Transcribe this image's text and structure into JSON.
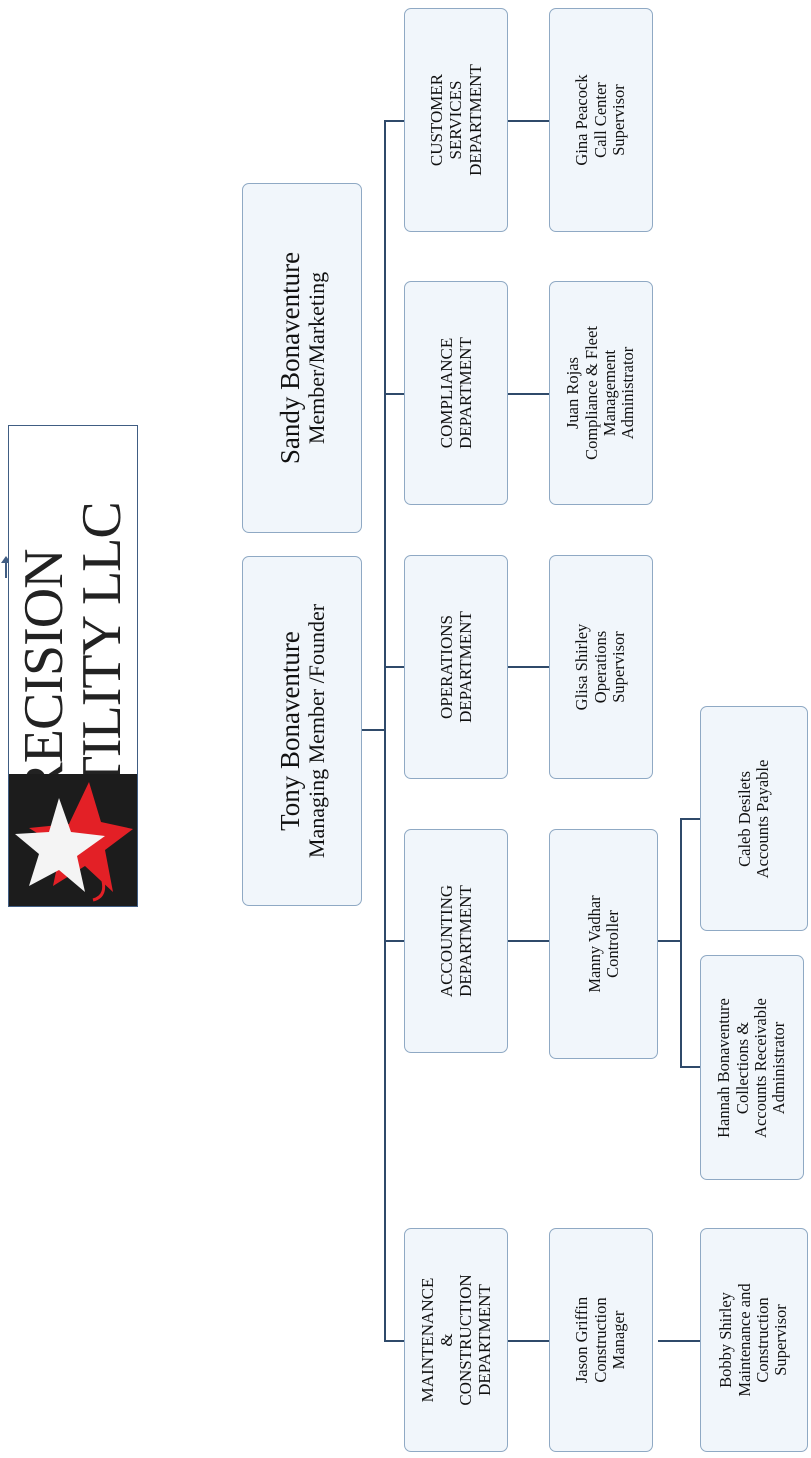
{
  "logo": {
    "line1": "PRECISION",
    "line2": "UTILITY LLC",
    "star_color": "#e32026",
    "bg_color": "#1c1c1c"
  },
  "top": {
    "tony": {
      "name": "Tony Bonaventure",
      "title": "Managing Member /Founder"
    },
    "sandy": {
      "name": "Sandy Bonaventure",
      "title": "Member/Marketing"
    }
  },
  "departments": {
    "maintenance": [
      "MAINTENANCE",
      "&",
      "CONSTRUCTION",
      "DEPARTMENT"
    ],
    "accounting": [
      "ACCOUNTING",
      "DEPARTMENT"
    ],
    "operations": [
      "OPERATIONS",
      "DEPARTMENT"
    ],
    "compliance": [
      "COMPLIANCE",
      "DEPARTMENT"
    ],
    "customer": [
      "CUSTOMER",
      "SERVICES",
      "DEPARTMENT"
    ]
  },
  "managers": {
    "jason": [
      "Jason Griffin",
      "Construction",
      "Manager"
    ],
    "manny": [
      "Manny Vadhar",
      "Controller"
    ],
    "glisa": [
      "Glisa Shirley",
      "Operations",
      "Supervisor"
    ],
    "juan": [
      "Juan Rojas",
      "Compliance & Fleet",
      "Management",
      "Administrator"
    ],
    "gina": [
      "Gina Peacock",
      "Call Center",
      "Supervisor"
    ]
  },
  "staff": {
    "bobby": [
      "Bobby Shirley",
      "Maintenance and",
      "Construction",
      "Supervisor"
    ],
    "hannah": [
      "Hannah Bonaventure",
      "Collections &",
      "Accounts Receivable",
      "Administrator"
    ],
    "caleb": [
      "Caleb Desilets",
      "Accounts Payable"
    ]
  }
}
